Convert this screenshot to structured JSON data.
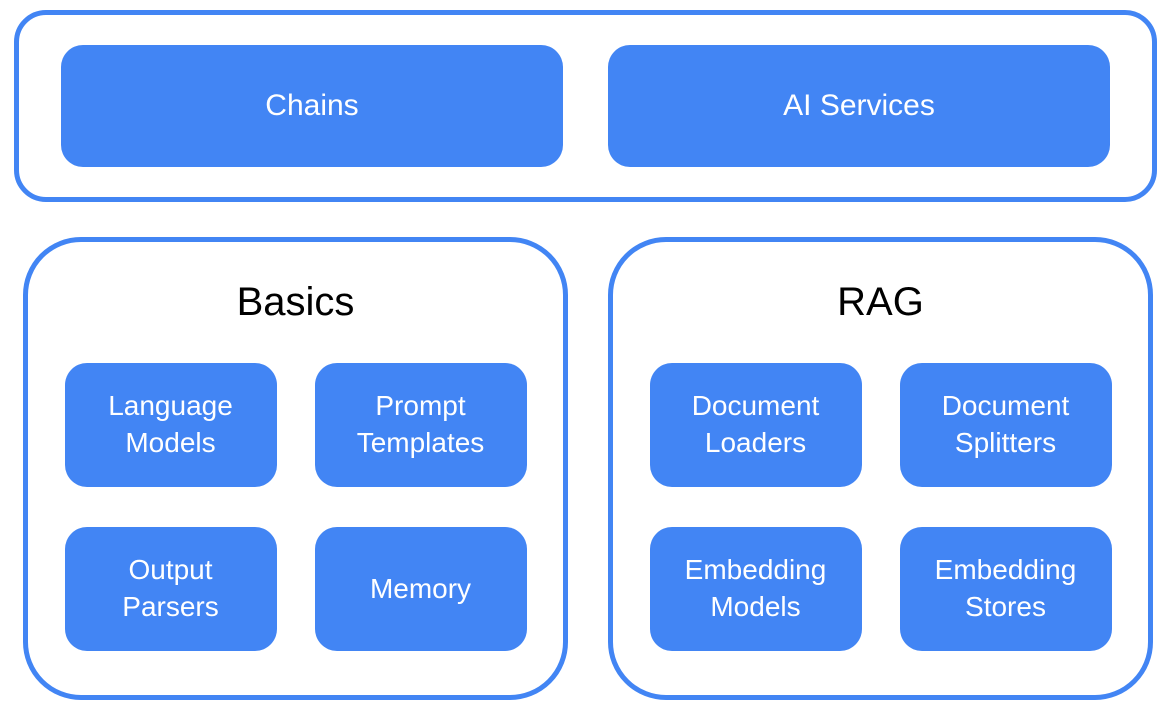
{
  "diagram": {
    "top_group": {
      "items": [
        {
          "label": "Chains"
        },
        {
          "label": "AI Services"
        }
      ]
    },
    "groups": [
      {
        "title": "Basics",
        "items": [
          {
            "label": "Language Models"
          },
          {
            "label": "Prompt Templates"
          },
          {
            "label": "Output Parsers"
          },
          {
            "label": "Memory"
          }
        ]
      },
      {
        "title": "RAG",
        "items": [
          {
            "label": "Document Loaders"
          },
          {
            "label": "Document Splitters"
          },
          {
            "label": "Embedding Models"
          },
          {
            "label": "Embedding Stores"
          }
        ]
      }
    ],
    "colors": {
      "accent_blue": "#4285F4",
      "box_text": "#FFFFFF",
      "title_text": "#000000",
      "background": "#FFFFFF"
    }
  }
}
